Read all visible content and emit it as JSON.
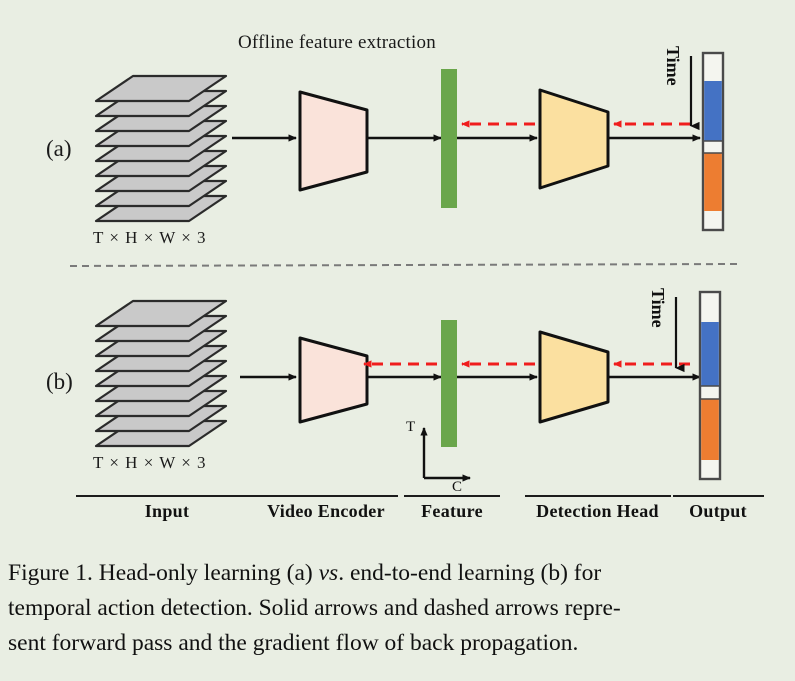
{
  "figure": {
    "background_color": "#e9eee3",
    "title": "Offline feature extraction",
    "panel_a_label": "(a)",
    "panel_b_label": "(b)",
    "input_dims_a": "T × H × W × 3",
    "input_dims_b": "T × H × W × 3",
    "time_label_a": "Time",
    "time_label_b": "Time",
    "axis_t": "T",
    "axis_c": "C"
  },
  "legend": {
    "items": [
      {
        "label": "Input"
      },
      {
        "label": "Video Encoder"
      },
      {
        "label": "Feature"
      },
      {
        "label": "Detection Head"
      },
      {
        "label": "Output"
      }
    ]
  },
  "caption": {
    "line1_part1": "Figure 1.  Head-only learning (a) ",
    "line1_italic": "vs",
    "line1_part2": ".  end-to-end learning (b) for",
    "line2": "temporal action detection.  Solid arrows and dashed arrows repre-",
    "line3": "sent forward pass and the gradient flow of back propagation."
  },
  "colors": {
    "background": "#e9eee3",
    "frame_fill": "#c9c9c9",
    "frame_stroke": "#2b2b2b",
    "encoder_fill": "#fae3da",
    "encoder_stroke": "#111111",
    "feature_fill": "#6aa64b",
    "head_fill": "#fbe0a0",
    "head_stroke": "#111111",
    "forward_arrow": "#111111",
    "gradient_arrow": "#f01d1d",
    "output_blue": "#4472c4",
    "output_orange": "#ed7d31",
    "output_white": "#f4f5ef",
    "output_stroke": "#4a4a4a",
    "divider": "#7a7a7a"
  },
  "output_bar_a": {
    "segments": [
      {
        "name": "background",
        "color": "#f4f5ef",
        "fraction": 0.16
      },
      {
        "name": "action-1",
        "color": "#4472c4",
        "fraction": 0.34
      },
      {
        "name": "gap",
        "color": "#f4f5ef",
        "fraction": 0.07
      },
      {
        "name": "action-2",
        "color": "#ed7d31",
        "fraction": 0.33
      },
      {
        "name": "background-end",
        "color": "#f4f5ef",
        "fraction": 0.1
      }
    ]
  },
  "output_bar_b": {
    "segments": [
      {
        "name": "background",
        "color": "#f4f5ef",
        "fraction": 0.16
      },
      {
        "name": "action-1",
        "color": "#4472c4",
        "fraction": 0.34
      },
      {
        "name": "gap",
        "color": "#f4f5ef",
        "fraction": 0.07
      },
      {
        "name": "action-2",
        "color": "#ed7d31",
        "fraction": 0.33
      },
      {
        "name": "background-end",
        "color": "#f4f5ef",
        "fraction": 0.1
      }
    ]
  },
  "flow": {
    "panel_a": {
      "forward_description": "input to encoder to feature to detection head to output",
      "gradient_reach": "detection head and feature only"
    },
    "panel_b": {
      "forward_description": "input to encoder to feature to detection head to output",
      "gradient_reach": "all the way back to video encoder"
    }
  }
}
